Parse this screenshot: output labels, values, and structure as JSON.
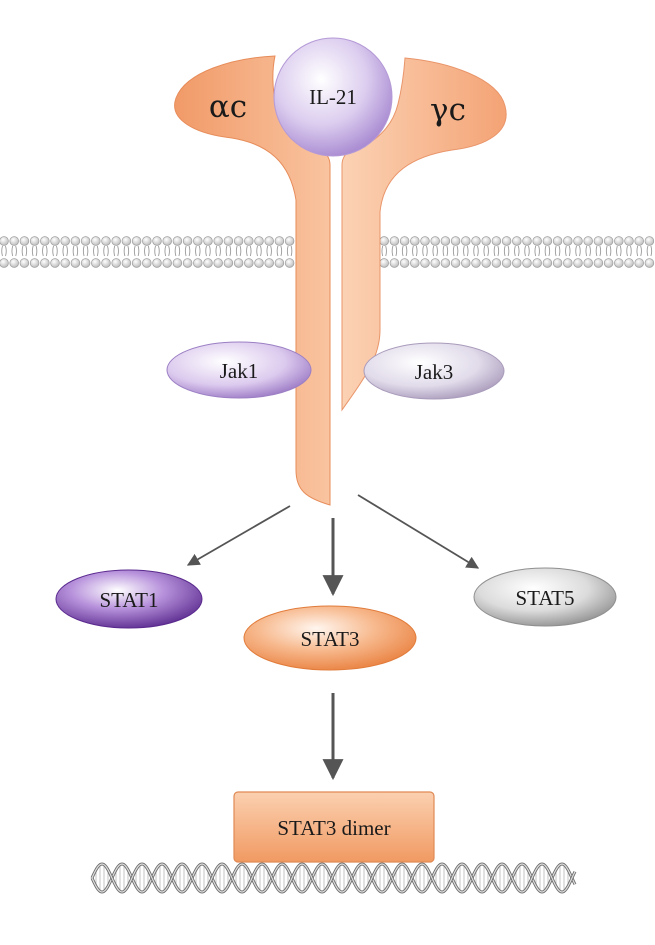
{
  "ligand": {
    "label": "IL-21"
  },
  "receptor": {
    "alpha_chain_label": "αc",
    "gamma_chain_label": "γc"
  },
  "kinases": {
    "left_label": "Jak1",
    "right_label": "Jak3"
  },
  "stats": {
    "stat1_label": "STAT1",
    "stat3_label": "STAT3",
    "stat5_label": "STAT5"
  },
  "dimer": {
    "label": "STAT3 dimer"
  },
  "colors": {
    "receptor": "#f6a77c",
    "ligand": "#c6b0e2",
    "stat1": "#6a3a9e",
    "stat3": "#f09456",
    "stat5": "#a8a8a8",
    "dimer": "#f6a774",
    "membrane": "#c8c8c8"
  }
}
